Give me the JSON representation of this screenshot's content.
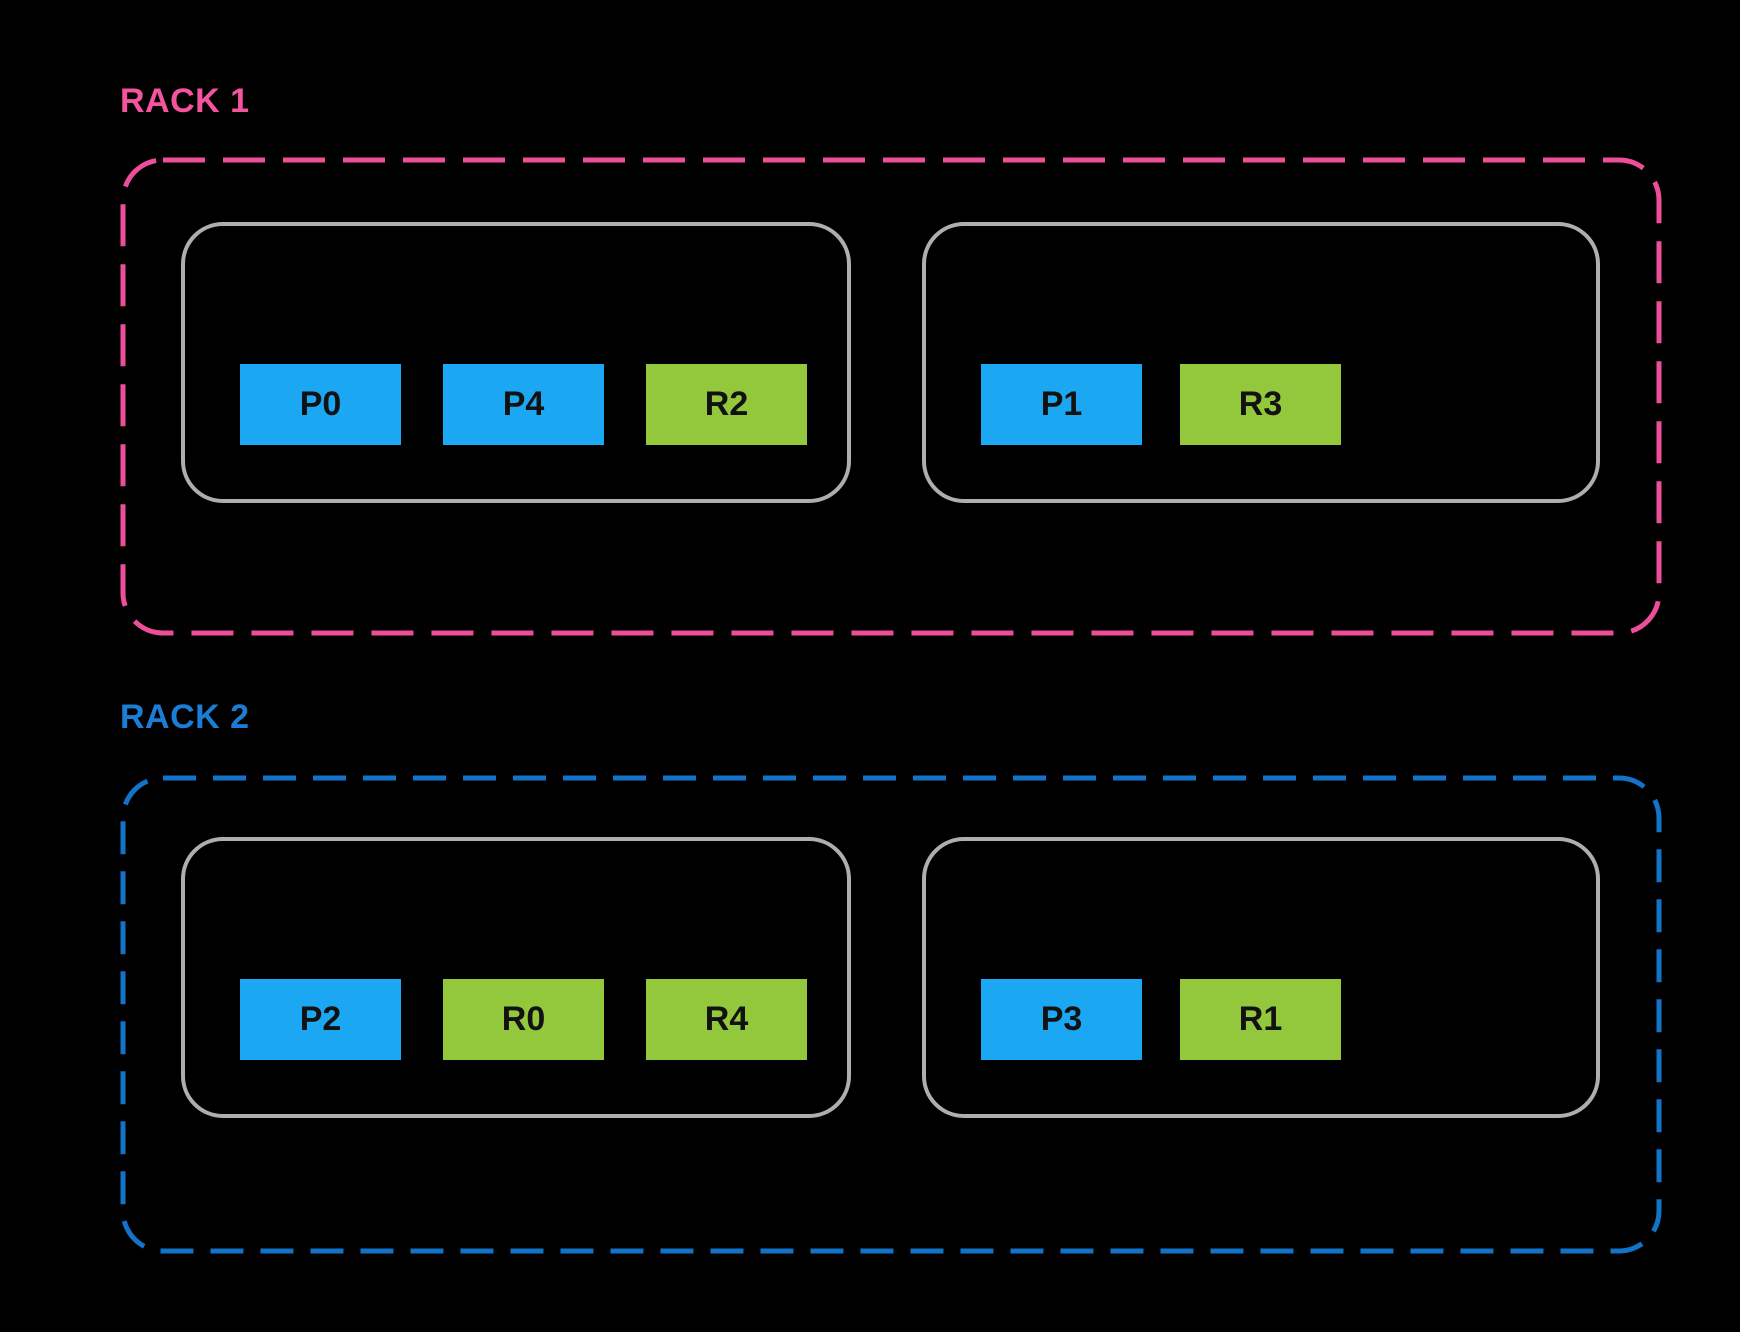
{
  "colors": {
    "background": "#000000",
    "node_border": "#AEAEAE",
    "primary_slot": "#1CA7F2",
    "replica_slot": "#93C83D",
    "slot_text": "#121212"
  },
  "racks": [
    {
      "label": "RACK 1",
      "label_color": "#F4549E",
      "border_color": "#EE4D99",
      "nodes": [
        {
          "slots": [
            {
              "label": "P0",
              "type": "primary",
              "color": "#1CA7F2"
            },
            {
              "label": "P4",
              "type": "primary",
              "color": "#1CA7F2"
            },
            {
              "label": "R2",
              "type": "replica",
              "color": "#93C83D"
            }
          ]
        },
        {
          "slots": [
            {
              "label": "P1",
              "type": "primary",
              "color": "#1CA7F2"
            },
            {
              "label": "R3",
              "type": "replica",
              "color": "#93C83D"
            }
          ]
        }
      ]
    },
    {
      "label": "RACK 2",
      "label_color": "#1B7DD6",
      "border_color": "#1273C9",
      "nodes": [
        {
          "slots": [
            {
              "label": "P2",
              "type": "primary",
              "color": "#1CA7F2"
            },
            {
              "label": "R0",
              "type": "replica",
              "color": "#93C83D"
            },
            {
              "label": "R4",
              "type": "replica",
              "color": "#93C83D"
            }
          ]
        },
        {
          "slots": [
            {
              "label": "P3",
              "type": "primary",
              "color": "#1CA7F2"
            },
            {
              "label": "R1",
              "type": "replica",
              "color": "#93C83D"
            }
          ]
        }
      ]
    }
  ]
}
